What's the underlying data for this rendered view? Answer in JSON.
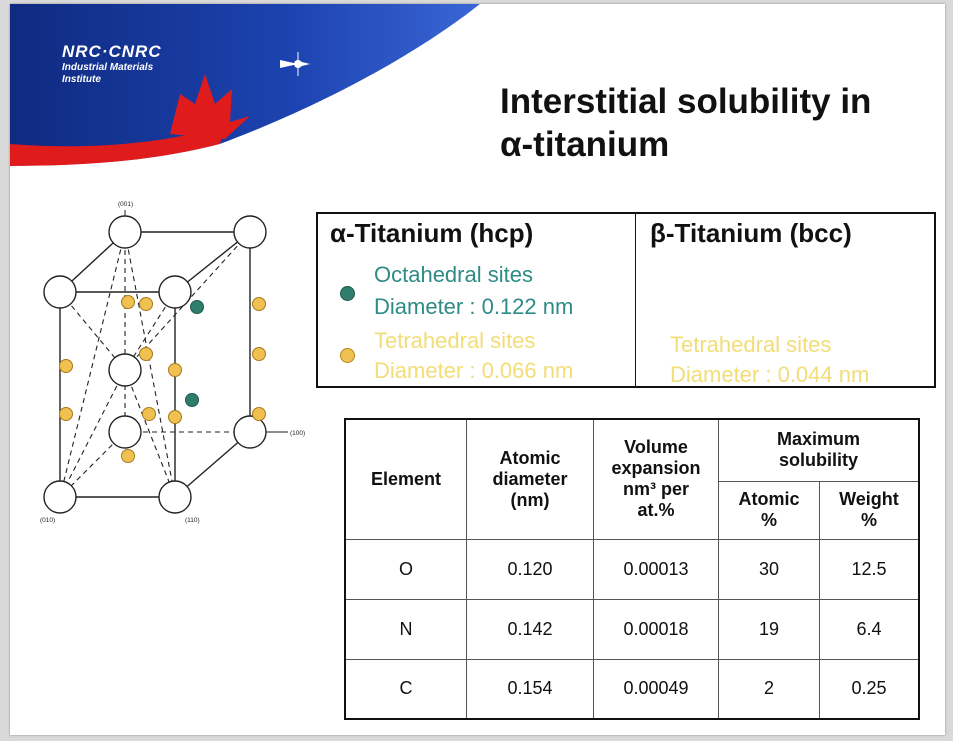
{
  "brand": {
    "logo": "NRC·CNRC",
    "line1": "Industrial Materials",
    "line2": "Institute"
  },
  "title": {
    "line1": "Interstitial solubility in",
    "line2": "α-titanium"
  },
  "diagram": {
    "axis_top": "(001)",
    "axis_right": "(100)",
    "axis_bottom_left": "(010)",
    "axis_bottom": "(110)"
  },
  "sites": {
    "alpha": {
      "heading": "α-Titanium (hcp)",
      "octa_label": "Octahedral sites",
      "octa_diameter": "Diameter : 0.122 nm",
      "tetra_label": "Tetrahedral sites",
      "tetra_diameter": "Diameter : 0.066 nm"
    },
    "beta": {
      "heading": "β-Titanium (bcc)",
      "tetra_label": "Tetrahedral sites",
      "tetra_diameter": "Diameter : 0.044 nm"
    }
  },
  "table": {
    "headers": {
      "element": "Element",
      "atomic_diameter": [
        "Atomic",
        "diameter",
        "(nm)"
      ],
      "volume_expansion": [
        "Volume",
        "expansion",
        "nm³ per",
        "at.%"
      ],
      "max_solubility": [
        "Maximum",
        "solubility"
      ],
      "atomic_pct": [
        "Atomic",
        "%"
      ],
      "weight_pct": [
        "Weight",
        "%"
      ]
    },
    "rows": [
      {
        "element": "O",
        "diameter": "0.120",
        "expansion": "0.00013",
        "atomic": "30",
        "weight": "12.5"
      },
      {
        "element": "N",
        "diameter": "0.142",
        "expansion": "0.00018",
        "atomic": "19",
        "weight": "6.4"
      },
      {
        "element": "C",
        "diameter": "0.154",
        "expansion": "0.00049",
        "atomic": "2",
        "weight": "0.25"
      }
    ]
  },
  "colors": {
    "banner_blue": "#1a3a9e",
    "banner_red": "#e01b1b",
    "teal_text": "#2e8b86",
    "yellow_text": "#f2dd76",
    "octa_dot": "#2f7d6b",
    "tetra_dot": "#f0c050"
  }
}
